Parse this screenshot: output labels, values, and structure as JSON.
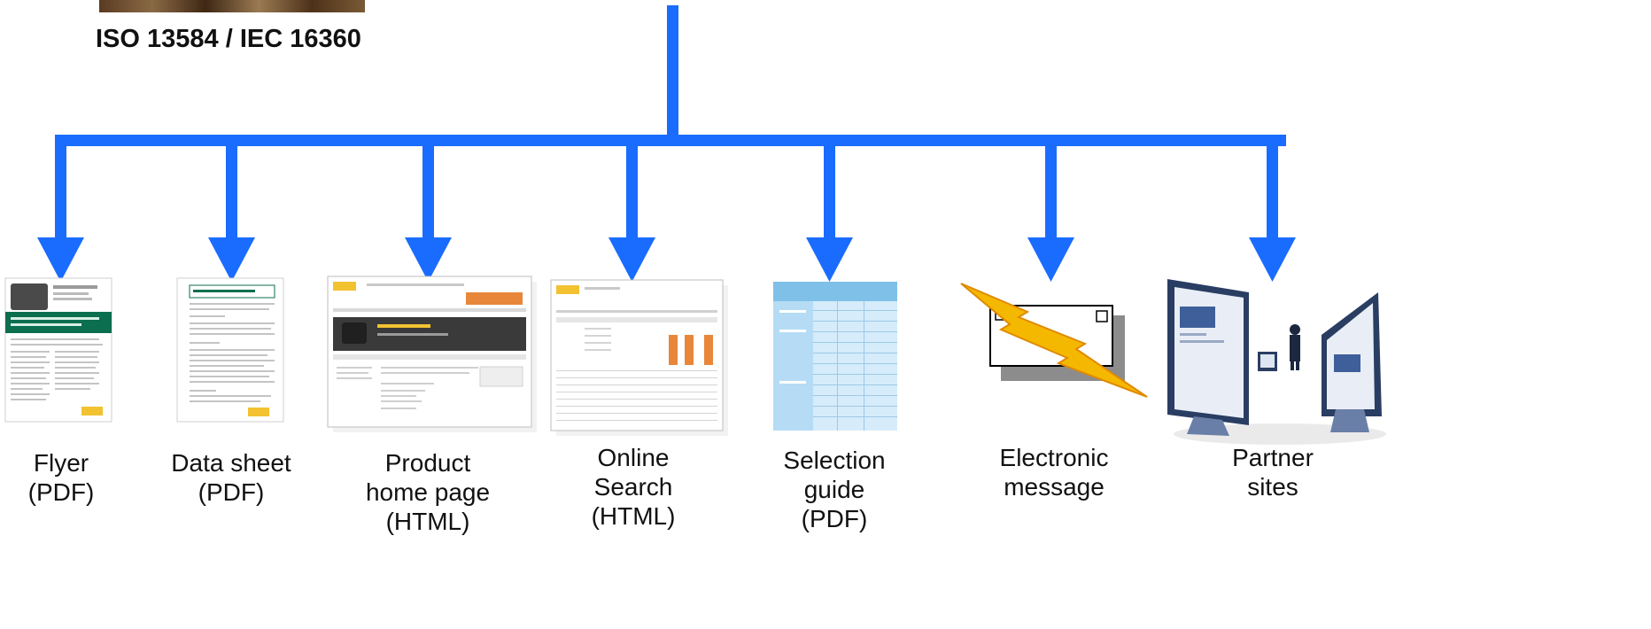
{
  "standard": {
    "label": "ISO 13584 / IEC 16360"
  },
  "colors": {
    "connector": "#1a6cff",
    "accent_green": "#0b6e4f",
    "lightning": "#f5b800",
    "nxp_yellow": "#f2c230"
  },
  "channels": [
    {
      "id": "flyer",
      "icon": "flyer-thumbnail",
      "lines": [
        "Flyer",
        "(PDF)"
      ]
    },
    {
      "id": "datasheet",
      "icon": "datasheet-thumbnail",
      "lines": [
        "Data sheet",
        "(PDF)"
      ]
    },
    {
      "id": "homepage",
      "icon": "product-homepage-thumbnail",
      "lines": [
        "Product",
        "home page",
        "(HTML)"
      ]
    },
    {
      "id": "search",
      "icon": "online-search-thumbnail",
      "lines": [
        "Online",
        "Search",
        "(HTML)"
      ]
    },
    {
      "id": "selection",
      "icon": "selection-guide-thumbnail",
      "lines": [
        "Selection",
        "guide",
        "(PDF)"
      ]
    },
    {
      "id": "message",
      "icon": "electronic-message-icon",
      "lines": [
        "Electronic",
        "message"
      ]
    },
    {
      "id": "partner",
      "icon": "partner-sites-icon",
      "lines": [
        "Partner",
        "sites"
      ]
    }
  ]
}
